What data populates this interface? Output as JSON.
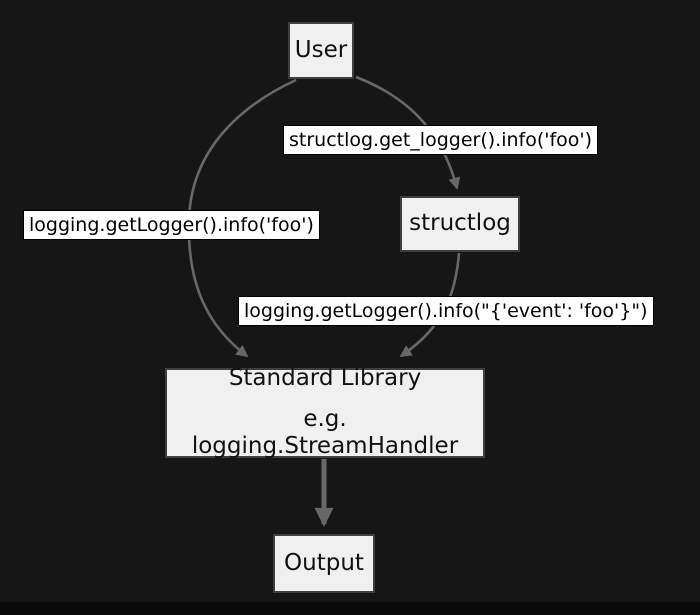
{
  "diagram": {
    "colors": {
      "background": "#161616",
      "node_fill": "#f0f0f0",
      "node_border": "#3f3f3f",
      "edge": "#686868",
      "label_bg": "#ffffff",
      "text": "#000000"
    },
    "nodes": {
      "user": {
        "label": "User"
      },
      "structlog": {
        "label": "structlog"
      },
      "stdlib": {
        "line1": "Standard Library",
        "line2": "e.g. logging.StreamHandler"
      },
      "output": {
        "label": "Output"
      }
    },
    "edge_labels": {
      "user_to_structlog": "structlog.get_logger().info('foo')",
      "user_to_stdlib": "logging.getLogger().info('foo')",
      "structlog_to_stdlib": "logging.getLogger().info(\"{'event': 'foo'}\")"
    }
  }
}
